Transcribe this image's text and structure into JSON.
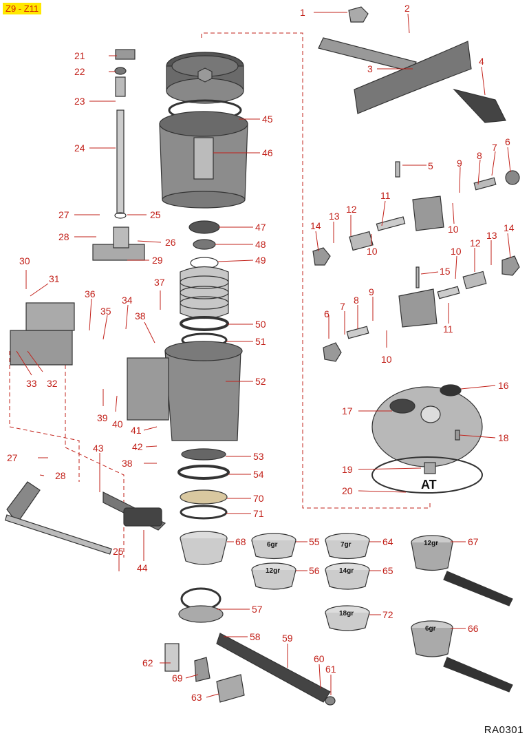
{
  "title_tag": "Z9 - Z11",
  "ref_code": "RA0301",
  "colors": {
    "label": "#c2211a",
    "tag_bg": "#ffe800",
    "line": "#c2211a",
    "part": "#8c8c8c"
  },
  "callouts": {
    "c1": "1",
    "c2": "2",
    "c3": "3",
    "c4": "4",
    "c5": "5",
    "c6a": "6",
    "c6b": "6",
    "c7a": "7",
    "c7b": "7",
    "c8a": "8",
    "c8b": "8",
    "c9a": "9",
    "c9b": "9",
    "c10a": "10",
    "c10b": "10",
    "c10c": "10",
    "c10d": "10",
    "c11a": "11",
    "c11b": "11",
    "c12a": "12",
    "c12b": "12",
    "c13a": "13",
    "c13b": "13",
    "c14a": "14",
    "c14b": "14",
    "c15": "15",
    "c16": "16",
    "c17": "17",
    "c18": "18",
    "c19": "19",
    "c20": "20",
    "c21": "21",
    "c22": "22",
    "c23": "23",
    "c24": "24",
    "c25a": "25",
    "c25b": "25",
    "c26": "26",
    "c27a": "27",
    "c27b": "27",
    "c28a": "28",
    "c28b": "28",
    "c29": "29",
    "c30": "30",
    "c31": "31",
    "c32": "32",
    "c33": "33",
    "c34": "34",
    "c35": "35",
    "c36": "36",
    "c37": "37",
    "c38a": "38",
    "c38b": "38",
    "c39": "39",
    "c40": "40",
    "c41": "41",
    "c42": "42",
    "c43": "43",
    "c44": "44",
    "c45": "45",
    "c46": "46",
    "c47": "47",
    "c48": "48",
    "c49": "49",
    "c50": "50",
    "c51": "51",
    "c52": "52",
    "c53": "53",
    "c54": "54",
    "c55": "55",
    "c56": "56",
    "c57": "57",
    "c58": "58",
    "c59": "59",
    "c60": "60",
    "c61": "61",
    "c62": "62",
    "c63": "63",
    "c64": "64",
    "c65": "65",
    "c66": "66",
    "c67": "67",
    "c68": "68",
    "c69": "69",
    "c70": "70",
    "c71": "71",
    "c72": "72"
  },
  "part_labels": {
    "at": "AT",
    "f6gr": "6gr",
    "f7gr": "7gr",
    "f12gr": "12gr",
    "f14gr": "14gr",
    "f18gr": "18gr",
    "h12gr": "12gr",
    "h6gr": "6gr"
  }
}
